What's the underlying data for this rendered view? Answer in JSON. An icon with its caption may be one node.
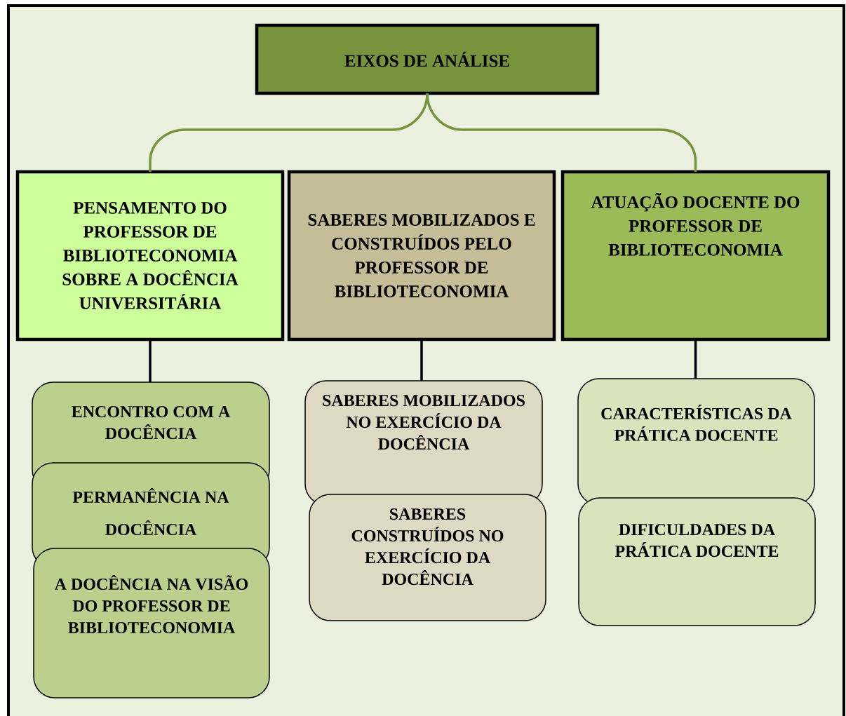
{
  "diagram": {
    "nodes": [
      {
        "text": [
          "EIXOS DE ANÁLISE"
        ]
      },
      {
        "text": [
          "PENSAMENTO DO PROFESSOR DE BIBLIOTECONOMIA SOBRE A DOCÊNCIA UNIVERSITÁRIA"
        ]
      },
      {
        "text": [
          "SABERES MOBILIZADOS E CONSTRUÍDOS PELO PROFESSOR DE BIBLIOTECONOMIA"
        ]
      },
      {
        "text": [
          "ATUAÇÃO DOCENTE DO PROFESSOR DE BIBLIOTECONOMIA"
        ]
      },
      {
        "text": [
          "ENCONTRO COM A DOCÊNCIA"
        ]
      },
      {
        "text": [
          "PERMANÊNCIA NA DOCÊNCIA"
        ]
      },
      {
        "text": [
          "A DOCÊNCIA NA VISÃO DO PROFESSOR DE BIBLIOTECONOMIA"
        ]
      },
      {
        "text": [
          "SABERES MOBILIZADOS NO EXERCÍCIO DA DOCÊNCIA"
        ]
      },
      {
        "text": [
          "SABERES CONSTRUÍDOS NO EXERCÍCIO DA DOCÊNCIA"
        ]
      },
      {
        "text": [
          "CARACTERÍSTICAS DA PRÁTICA DOCENTE"
        ]
      },
      {
        "text": [
          "DIFICULDADES DA PRÁTICA DOCENTE"
        ]
      }
    ],
    "edges": [
      {
        "from": 0,
        "to": 1,
        "arrow": "none",
        "color": "#77933c"
      },
      {
        "from": 0,
        "to": 3,
        "arrow": "none",
        "color": "#77933c"
      },
      {
        "from": 1,
        "to": 4,
        "arrow": "none"
      },
      {
        "from": 2,
        "to": 7,
        "arrow": "none"
      },
      {
        "from": 3,
        "to": 9,
        "arrow": "none"
      }
    ]
  }
}
